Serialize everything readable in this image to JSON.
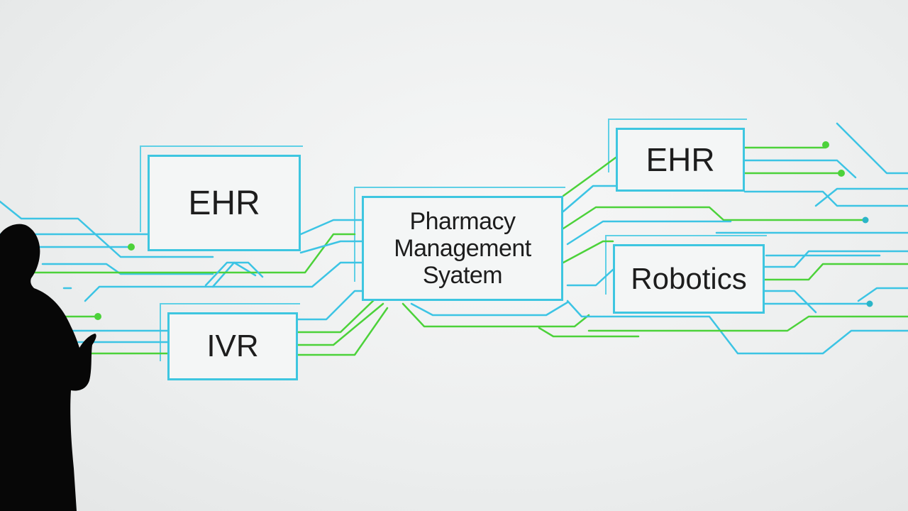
{
  "diagram": {
    "nodes": {
      "ehr_left": "EHR",
      "ivr": "IVR",
      "pharmacy_line1": "Pharmacy",
      "pharmacy_line2": "Management",
      "pharmacy_line3": "Syatem",
      "ehr_right": "EHR",
      "robotics": "Robotics"
    },
    "colors": {
      "box_border": "#3ec6e0",
      "line_blue": "#3cc4e4",
      "line_green": "#4cd23a",
      "silhouette": "#070707"
    }
  }
}
